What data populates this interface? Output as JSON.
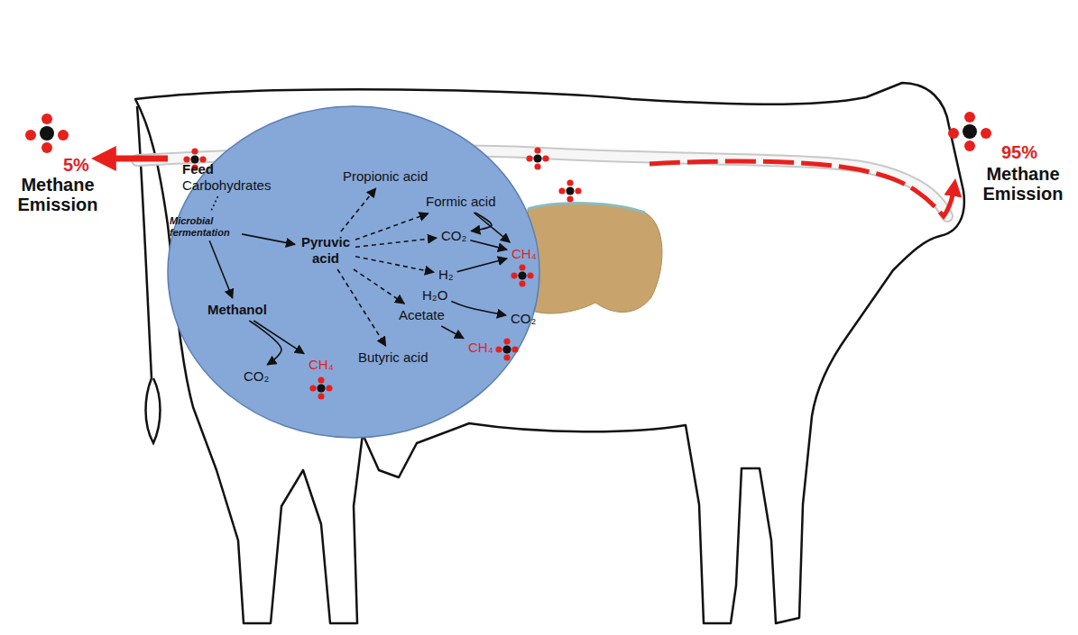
{
  "diagram": {
    "nodes": [
      {
        "text": [
          "Feed",
          "Carbohydrates"
        ]
      },
      {
        "text": [
          "Microbial fermentation"
        ]
      },
      {
        "text": [
          "Propionic  acid"
        ]
      },
      {
        "text": [
          "Formic acid"
        ]
      },
      {
        "text": [
          "Pyruvic acid"
        ]
      },
      {
        "text": [
          "CO₂"
        ]
      },
      {
        "text": [
          "H₂"
        ]
      },
      {
        "text": [
          "CH₄"
        ]
      },
      {
        "text": [
          "Acetate"
        ]
      },
      {
        "text": [
          "H₂O"
        ]
      },
      {
        "text": [
          "CO₂"
        ]
      },
      {
        "text": [
          "CH₄"
        ]
      },
      {
        "text": [
          "Methanol"
        ]
      },
      {
        "text": [
          "Butyric acid"
        ]
      },
      {
        "text": [
          "CO₂"
        ]
      },
      {
        "text": [
          "CH₄"
        ]
      }
    ],
    "edges": [
      {
        "from": 0,
        "to": 1,
        "arrow": "none"
      },
      {
        "from": 1,
        "to": 4,
        "arrow": "to"
      },
      {
        "from": 1,
        "to": 12,
        "arrow": "to"
      },
      {
        "from": 4,
        "to": 2,
        "arrow": "to"
      },
      {
        "from": 4,
        "to": 3,
        "arrow": "to"
      },
      {
        "from": 4,
        "to": 5,
        "arrow": "to"
      },
      {
        "from": 4,
        "to": 6,
        "arrow": "to"
      },
      {
        "from": 4,
        "to": 8,
        "arrow": "to"
      },
      {
        "from": 4,
        "to": 13,
        "arrow": "to"
      },
      {
        "from": 3,
        "to": 7,
        "arrow": "to"
      },
      {
        "from": 3,
        "to": 5,
        "arrow": "to"
      },
      {
        "from": 5,
        "to": 7,
        "arrow": "to"
      },
      {
        "from": 6,
        "to": 7,
        "arrow": "to"
      },
      {
        "from": 8,
        "to": 11,
        "arrow": "to"
      },
      {
        "from": 9,
        "to": 10,
        "arrow": "to"
      },
      {
        "from": 12,
        "to": 15,
        "arrow": "to"
      },
      {
        "from": 12,
        "to": 14,
        "arrow": "to"
      }
    ],
    "labels": [
      "5%",
      "Methane Emission",
      "95%",
      "Methane Emission"
    ]
  }
}
